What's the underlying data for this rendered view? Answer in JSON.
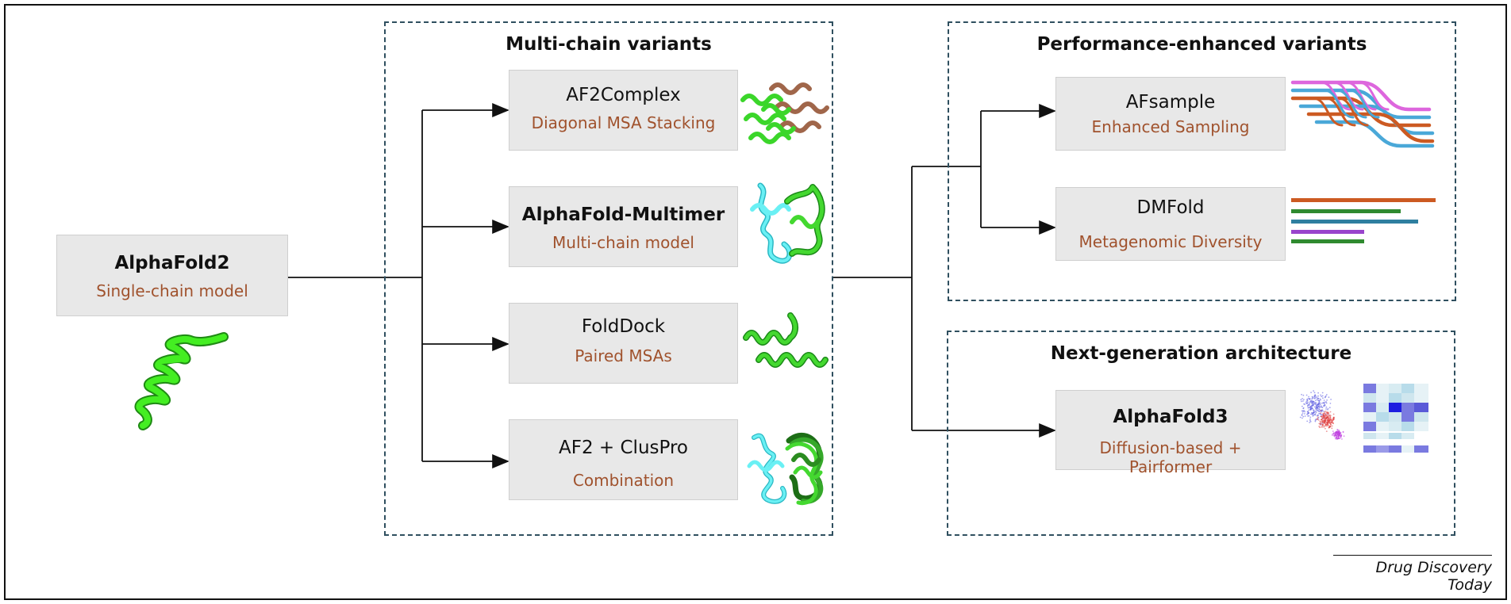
{
  "source_box": {
    "title": "AlphaFold2",
    "subtitle": "Single-chain model"
  },
  "multi_chain": {
    "title": "Multi-chain variants",
    "items": [
      {
        "title": "AF2Complex",
        "subtitle": "Diagonal MSA Stacking"
      },
      {
        "title": "AlphaFold-Multimer",
        "subtitle": "Multi-chain model"
      },
      {
        "title": "FoldDock",
        "subtitle": "Paired MSAs"
      },
      {
        "title": "AF2 + ClusPro",
        "subtitle": "Combination"
      }
    ]
  },
  "performance": {
    "title": "Performance-enhanced variants",
    "items": [
      {
        "title": "AFsample",
        "subtitle": "Enhanced Sampling"
      },
      {
        "title": "DMFold",
        "subtitle": "Metagenomic Diversity"
      }
    ]
  },
  "next_gen": {
    "title": "Next-generation architecture",
    "items": [
      {
        "title": "AlphaFold3",
        "subtitle": "Diffusion-based + Pairformer"
      }
    ]
  },
  "credit": "Drug Discovery Today",
  "colors": {
    "box_fill": "#e8e8e8",
    "subtitle": "#a0522d",
    "dashed_border": "#2f4f5f",
    "helix_green": "#33dd22",
    "cyan_chain": "#55e0e8",
    "orange": "#cc5a22",
    "pink": "#dd66dd",
    "blue": "#4aa8d8",
    "purple": "#9944cc",
    "dark_green": "#2f8a2f"
  }
}
